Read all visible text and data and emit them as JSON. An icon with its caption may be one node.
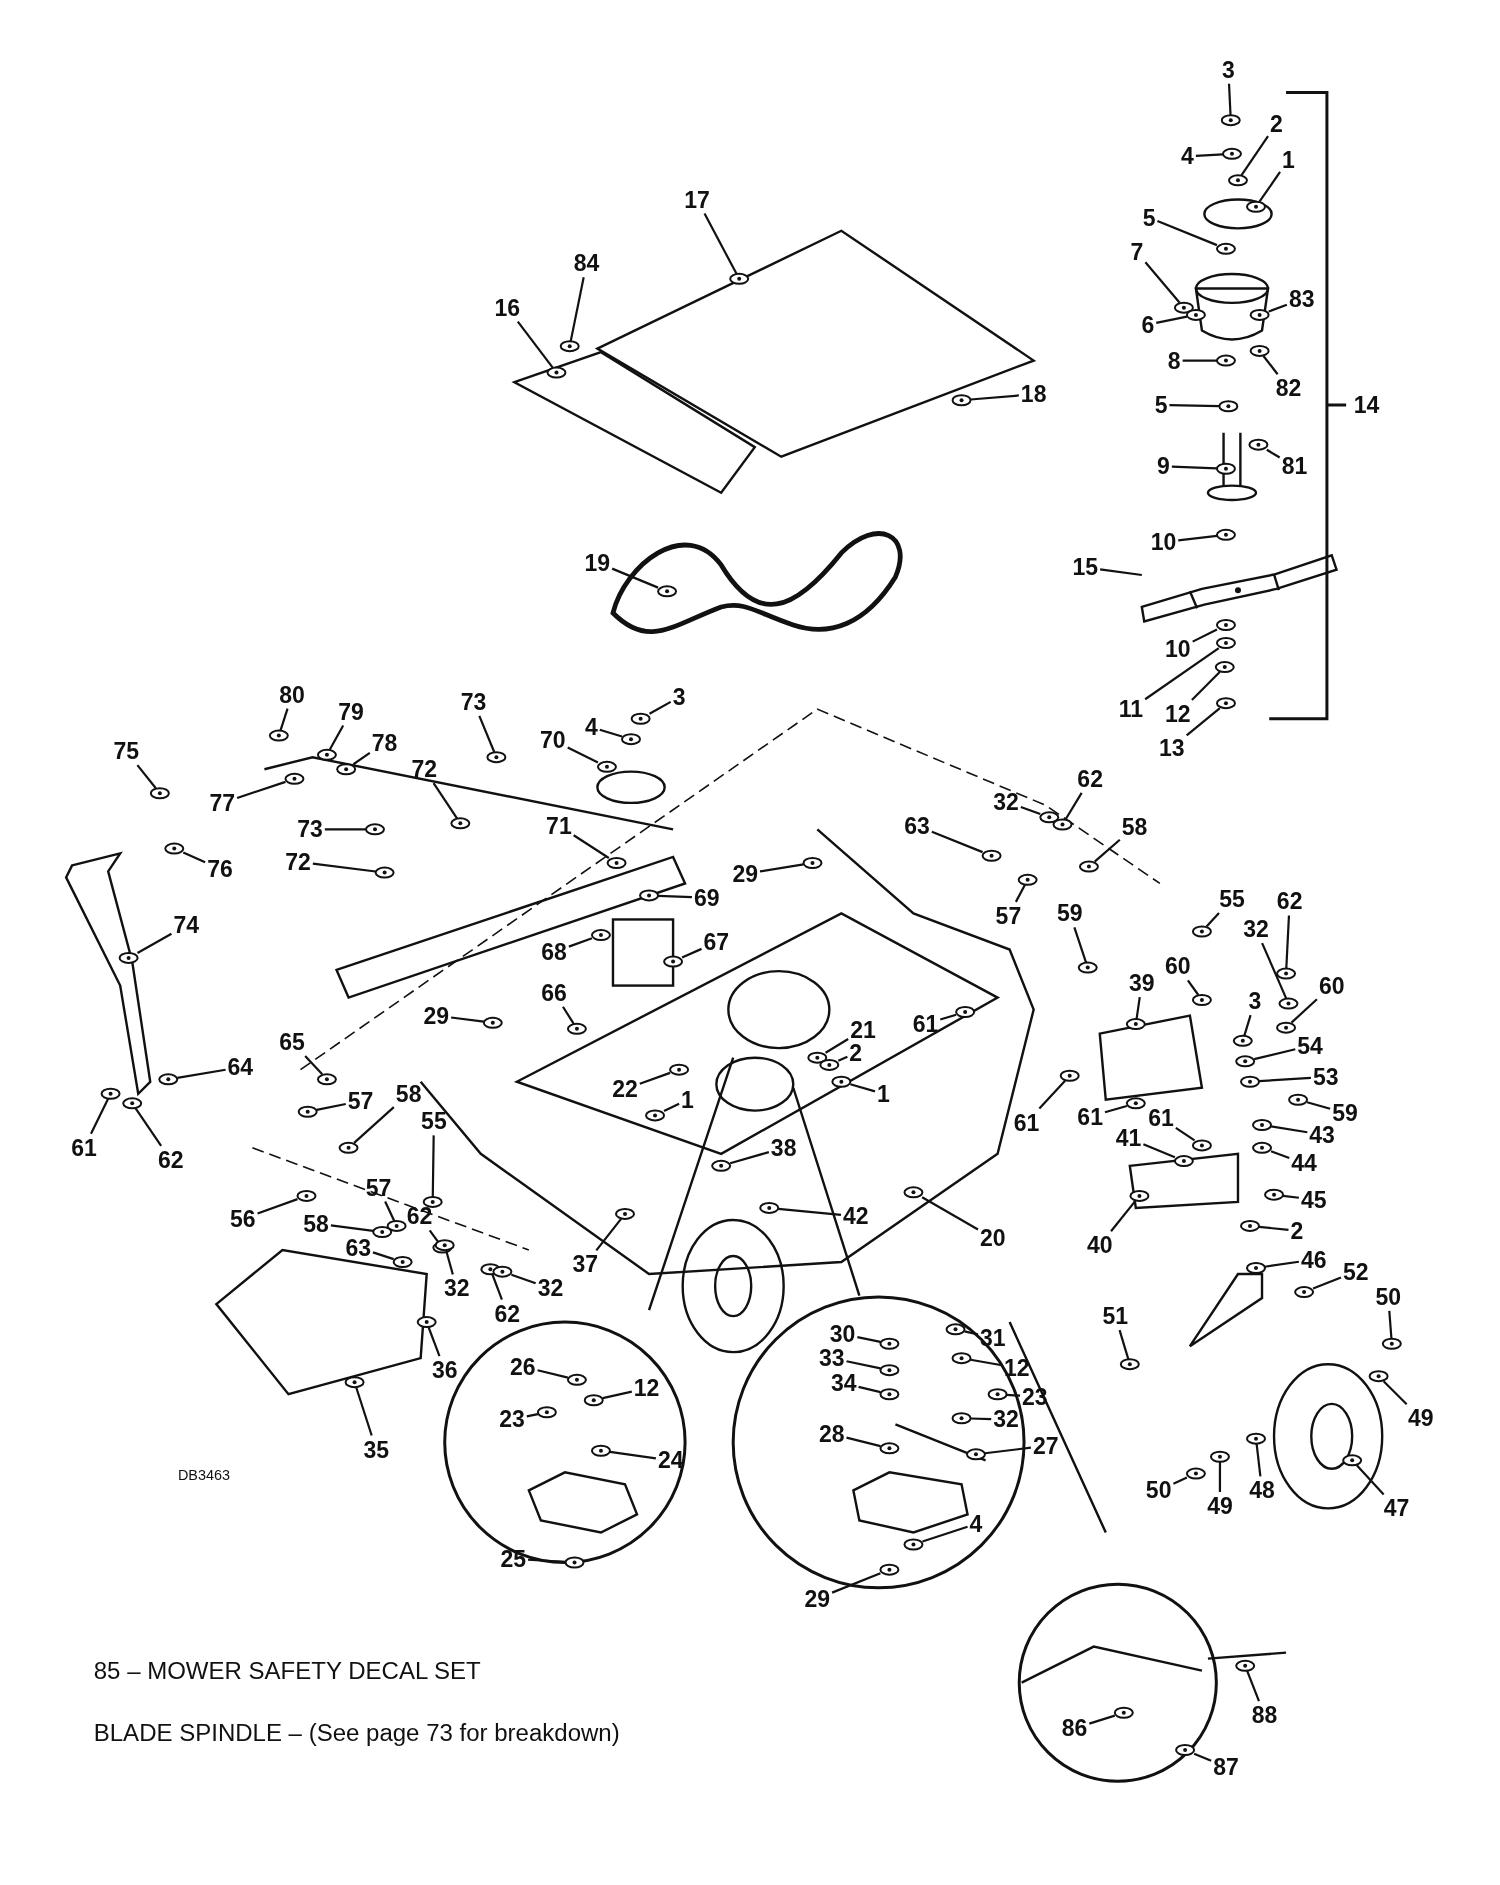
{
  "diagram": {
    "nodes": [
      {
        "text": [
          "3"
        ]
      },
      {
        "text": [
          "2"
        ]
      },
      {
        "text": [
          "4"
        ]
      },
      {
        "text": [
          "1"
        ]
      },
      {
        "text": [
          "5"
        ]
      },
      {
        "text": [
          "7"
        ]
      },
      {
        "text": [
          "83"
        ]
      },
      {
        "text": [
          "6"
        ]
      },
      {
        "text": [
          "8"
        ]
      },
      {
        "text": [
          "82"
        ]
      },
      {
        "text": [
          "5"
        ]
      },
      {
        "text": [
          "9"
        ]
      },
      {
        "text": [
          "81"
        ]
      },
      {
        "text": [
          "10"
        ]
      },
      {
        "text": [
          "15"
        ]
      },
      {
        "text": [
          "10"
        ]
      },
      {
        "text": [
          "11"
        ]
      },
      {
        "text": [
          "12"
        ]
      },
      {
        "text": [
          "13"
        ]
      },
      {
        "text": [
          "17"
        ]
      },
      {
        "text": [
          "84"
        ]
      },
      {
        "text": [
          "16"
        ]
      },
      {
        "text": [
          "18"
        ]
      },
      {
        "text": [
          "19"
        ]
      },
      {
        "text": [
          "3"
        ]
      },
      {
        "text": [
          "80"
        ]
      },
      {
        "text": [
          "79"
        ]
      },
      {
        "text": [
          "73"
        ]
      },
      {
        "text": [
          "4"
        ]
      },
      {
        "text": [
          "78"
        ]
      },
      {
        "text": [
          "70"
        ]
      },
      {
        "text": [
          "75"
        ]
      },
      {
        "text": [
          "72"
        ]
      },
      {
        "text": [
          "77"
        ]
      },
      {
        "text": [
          "71"
        ]
      },
      {
        "text": [
          "73"
        ]
      },
      {
        "text": [
          "72"
        ]
      },
      {
        "text": [
          "76"
        ]
      },
      {
        "text": [
          "29"
        ]
      },
      {
        "text": [
          "69"
        ]
      },
      {
        "text": [
          "74"
        ]
      },
      {
        "text": [
          "68"
        ]
      },
      {
        "text": [
          "67"
        ]
      },
      {
        "text": [
          "66"
        ]
      },
      {
        "text": [
          "29"
        ]
      },
      {
        "text": [
          "63"
        ]
      },
      {
        "text": [
          "32"
        ]
      },
      {
        "text": [
          "62"
        ]
      },
      {
        "text": [
          "58"
        ]
      },
      {
        "text": [
          "57"
        ]
      },
      {
        "text": [
          "59"
        ]
      },
      {
        "text": [
          "55"
        ]
      },
      {
        "text": [
          "62"
        ]
      },
      {
        "text": [
          "32"
        ]
      },
      {
        "text": [
          "39"
        ]
      },
      {
        "text": [
          "60"
        ]
      },
      {
        "text": [
          "60"
        ]
      },
      {
        "text": [
          "61"
        ]
      },
      {
        "text": [
          "3"
        ]
      },
      {
        "text": [
          "54"
        ]
      },
      {
        "text": [
          "53"
        ]
      },
      {
        "text": [
          "59"
        ]
      },
      {
        "text": [
          "21"
        ]
      },
      {
        "text": [
          "2"
        ]
      },
      {
        "text": [
          "65"
        ]
      },
      {
        "text": [
          "64"
        ]
      },
      {
        "text": [
          "22"
        ]
      },
      {
        "text": [
          "1"
        ]
      },
      {
        "text": [
          "1"
        ]
      },
      {
        "text": [
          "57"
        ]
      },
      {
        "text": [
          "58"
        ]
      },
      {
        "text": [
          "55"
        ]
      },
      {
        "text": [
          "61"
        ]
      },
      {
        "text": [
          "62"
        ]
      },
      {
        "text": [
          "61"
        ]
      },
      {
        "text": [
          "61"
        ]
      },
      {
        "text": [
          "61"
        ]
      },
      {
        "text": [
          "41"
        ]
      },
      {
        "text": [
          "43"
        ]
      },
      {
        "text": [
          "44"
        ]
      },
      {
        "text": [
          "38"
        ]
      },
      {
        "text": [
          "42"
        ]
      },
      {
        "text": [
          "45"
        ]
      },
      {
        "text": [
          "56"
        ]
      },
      {
        "text": [
          "57"
        ]
      },
      {
        "text": [
          "58"
        ]
      },
      {
        "text": [
          "62"
        ]
      },
      {
        "text": [
          "63"
        ]
      },
      {
        "text": [
          "32"
        ]
      },
      {
        "text": [
          "62"
        ]
      },
      {
        "text": [
          "32"
        ]
      },
      {
        "text": [
          "37"
        ]
      },
      {
        "text": [
          "20"
        ]
      },
      {
        "text": [
          "40"
        ]
      },
      {
        "text": [
          "2"
        ]
      },
      {
        "text": [
          "46"
        ]
      },
      {
        "text": [
          "52"
        ]
      },
      {
        "text": [
          "50"
        ]
      },
      {
        "text": [
          "51"
        ]
      },
      {
        "text": [
          "36"
        ]
      },
      {
        "text": [
          "35"
        ]
      },
      {
        "text": [
          "26"
        ]
      },
      {
        "text": [
          "12"
        ]
      },
      {
        "text": [
          "23"
        ]
      },
      {
        "text": [
          "24"
        ]
      },
      {
        "text": [
          "25"
        ]
      },
      {
        "text": [
          "30"
        ]
      },
      {
        "text": [
          "31"
        ]
      },
      {
        "text": [
          "33"
        ]
      },
      {
        "text": [
          "12"
        ]
      },
      {
        "text": [
          "34"
        ]
      },
      {
        "text": [
          "23"
        ]
      },
      {
        "text": [
          "32"
        ]
      },
      {
        "text": [
          "28"
        ]
      },
      {
        "text": [
          "27"
        ]
      },
      {
        "text": [
          "4"
        ]
      },
      {
        "text": [
          "29"
        ]
      },
      {
        "text": [
          "49"
        ]
      },
      {
        "text": [
          "47"
        ]
      },
      {
        "text": [
          "48"
        ]
      },
      {
        "text": [
          "49"
        ]
      },
      {
        "text": [
          "50"
        ]
      },
      {
        "text": [
          "86"
        ]
      },
      {
        "text": [
          "88"
        ]
      },
      {
        "text": [
          "87"
        ]
      },
      {
        "text": [],
        "shape": "picture"
      },
      {
        "text": [],
        "shape": "picture"
      },
      {
        "text": [],
        "shape": "picture"
      },
      {
        "text": [],
        "shape": "picture"
      },
      {
        "text": [],
        "shape": "picture"
      },
      {
        "text": [],
        "shape": "picture"
      },
      {
        "text": [],
        "shape": "picture"
      },
      {
        "text": [],
        "shape": "picture"
      },
      {
        "text": [],
        "shape": "picture"
      },
      {
        "text": [],
        "shape": "picture"
      },
      {
        "text": [],
        "shape": "picture"
      },
      {
        "text": [],
        "shape": "picture"
      },
      {
        "text": [],
        "shape": "picture"
      },
      {
        "text": [],
        "shape": "picture"
      },
      {
        "text": [],
        "shape": "picture"
      },
      {
        "text": [],
        "shape": "picture"
      },
      {
        "text": [],
        "shape": "picture"
      },
      {
        "text": [],
        "shape": "picture"
      },
      {
        "text": [],
        "shape": "picture"
      },
      {
        "text": [],
        "shape": "picture"
      },
      {
        "text": [],
        "shape": "picture"
      },
      {
        "text": [],
        "shape": "picture"
      },
      {
        "text": [],
        "shape": "picture"
      },
      {
        "text": [],
        "shape": "picture"
      },
      {
        "text": [],
        "shape": "picture"
      },
      {
        "text": [],
        "shape": "picture"
      },
      {
        "text": [],
        "shape": "picture"
      },
      {
        "text": [],
        "shape": "picture"
      },
      {
        "text": [],
        "shape": "picture"
      },
      {
        "text": [],
        "shape": "picture"
      },
      {
        "text": [],
        "shape": "picture"
      },
      {
        "text": [],
        "shape": "picture"
      },
      {
        "text": [],
        "shape": "picture"
      },
      {
        "text": [],
        "shape": "picture"
      },
      {
        "text": [],
        "shape": "picture"
      },
      {
        "text": [],
        "shape": "picture"
      },
      {
        "text": [],
        "shape": "picture"
      },
      {
        "text": [],
        "shape": "picture"
      },
      {
        "text": [],
        "shape": "picture"
      },
      {
        "text": [],
        "shape": "picture"
      },
      {
        "text": [],
        "shape": "picture"
      },
      {
        "text": [],
        "shape": "picture"
      },
      {
        "text": [],
        "shape": "picture"
      },
      {
        "text": [],
        "shape": "picture"
      },
      {
        "text": [],
        "shape": "picture"
      },
      {
        "text": [],
        "shape": "picture"
      },
      {
        "text": [],
        "shape": "picture"
      },
      {
        "text": [],
        "shape": "picture"
      },
      {
        "text": [],
        "shape": "picture"
      },
      {
        "text": [],
        "shape": "picture"
      },
      {
        "text": [],
        "shape": "picture"
      },
      {
        "text": [],
        "shape": "picture"
      },
      {
        "text": [],
        "shape": "picture"
      },
      {
        "text": [],
        "shape": "picture"
      },
      {
        "text": [],
        "shape": "picture"
      },
      {
        "text": [],
        "shape": "picture"
      },
      {
        "text": [],
        "shape": "picture"
      },
      {
        "text": [],
        "shape": "picture"
      },
      {
        "text": [],
        "shape": "picture"
      },
      {
        "text": [],
        "shape": "picture"
      },
      {
        "text": [],
        "shape": "picture"
      },
      {
        "text": [],
        "shape": "picture"
      },
      {
        "text": [],
        "shape": "picture"
      },
      {
        "text": [],
        "shape": "picture"
      },
      {
        "text": [],
        "shape": "picture"
      },
      {
        "text": [],
        "shape": "picture"
      },
      {
        "text": [],
        "shape": "picture"
      },
      {
        "text": [],
        "shape": "picture"
      },
      {
        "text": [],
        "shape": "picture"
      },
      {
        "text": [],
        "shape": "picture"
      },
      {
        "text": [],
        "shape": "picture"
      },
      {
        "text": [],
        "shape": "picture"
      },
      {
        "text": [],
        "shape": "picture"
      },
      {
        "text": [],
        "shape": "picture"
      },
      {
        "text": [],
        "shape": "picture"
      },
      {
        "text": [],
        "shape": "picture"
      },
      {
        "text": [],
        "shape": "picture"
      },
      {
        "text": [],
        "shape": "picture"
      },
      {
        "text": [],
        "shape": "picture"
      },
      {
        "text": [],
        "shape": "picture"
      },
      {
        "text": [],
        "shape": "picture"
      },
      {
        "text": [],
        "shape": "picture"
      },
      {
        "text": [],
        "shape": "picture"
      },
      {
        "text": [],
        "shape": "picture"
      },
      {
        "text": [],
        "shape": "picture"
      },
      {
        "text": [],
        "shape": "picture"
      },
      {
        "text": [],
        "shape": "picture"
      },
      {
        "text": [],
        "shape": "picture"
      },
      {
        "text": [],
        "shape": "picture"
      },
      {
        "text": [],
        "shape": "picture"
      },
      {
        "text": [],
        "shape": "picture"
      },
      {
        "text": [],
        "shape": "picture"
      },
      {
        "text": [],
        "shape": "picture"
      },
      {
        "text": [],
        "shape": "picture"
      },
      {
        "text": [],
        "shape": "picture"
      },
      {
        "text": [],
        "shape": "picture"
      },
      {
        "text": [],
        "shape": "picture"
      },
      {
        "text": [],
        "shape": "picture"
      },
      {
        "text": [],
        "shape": "picture"
      },
      {
        "text": [],
        "shape": "picture"
      },
      {
        "text": [],
        "shape": "picture"
      },
      {
        "text": [],
        "shape": "picture"
      },
      {
        "text": [],
        "shape": "picture"
      },
      {
        "text": [],
        "shape": "picture"
      },
      {
        "text": [],
        "shape": "picture"
      },
      {
        "text": [],
        "shape": "picture"
      },
      {
        "text": [],
        "shape": "picture"
      },
      {
        "text": [],
        "shape": "picture"
      },
      {
        "text": [],
        "shape": "picture"
      },
      {
        "text": [],
        "shape": "picture"
      },
      {
        "text": [],
        "shape": "picture"
      },
      {
        "text": [],
        "shape": "picture"
      },
      {
        "text": [],
        "shape": "picture"
      },
      {
        "text": [],
        "shape": "picture"
      },
      {
        "text": [],
        "shape": "picture"
      },
      {
        "text": [],
        "shape": "picture"
      },
      {
        "text": [],
        "shape": "picture"
      },
      {
        "text": [],
        "shape": "picture"
      },
      {
        "text": [],
        "shape": "picture"
      },
      {
        "text": [],
        "shape": "picture"
      },
      {
        "text": [],
        "shape": "picture"
      },
      {
        "text": [],
        "shape": "picture"
      },
      {
        "text": [],
        "shape": "picture"
      },
      {
        "text": [],
        "shape": "picture"
      },
      {
        "text": [],
        "shape": "picture"
      }
    ],
    "edges": [
      {
        "from": 0,
        "to": 125,
        "arrow": "none"
      },
      {
        "from": 1,
        "to": 126,
        "arrow": "none"
      },
      {
        "from": 2,
        "to": 127,
        "arrow": "none"
      },
      {
        "from": 3,
        "to": 128,
        "arrow": "none"
      },
      {
        "from": 4,
        "to": 129,
        "arrow": "none"
      },
      {
        "from": 5,
        "to": 130,
        "arrow": "none"
      },
      {
        "from": 6,
        "to": 131,
        "arrow": "none"
      },
      {
        "from": 7,
        "to": 132,
        "arrow": "none"
      },
      {
        "from": 8,
        "to": 133,
        "arrow": "none"
      },
      {
        "from": 9,
        "to": 134,
        "arrow": "none"
      },
      {
        "from": 10,
        "to": 135,
        "arrow": "none"
      },
      {
        "from": 11,
        "to": 136,
        "arrow": "none"
      },
      {
        "from": 12,
        "to": 137,
        "arrow": "none"
      },
      {
        "from": 13,
        "to": 138,
        "arrow": "none"
      },
      {
        "from": 14,
        "to": 139,
        "arrow": "none"
      },
      {
        "from": 15,
        "to": 140,
        "arrow": "none"
      },
      {
        "from": 16,
        "to": 141,
        "arrow": "none"
      },
      {
        "from": 17,
        "to": 142,
        "arrow": "none"
      },
      {
        "from": 18,
        "to": 143,
        "arrow": "none"
      },
      {
        "from": 19,
        "to": 144,
        "arrow": "none"
      },
      {
        "from": 20,
        "to": 145,
        "arrow": "none"
      },
      {
        "from": 21,
        "to": 146,
        "arrow": "none"
      },
      {
        "from": 22,
        "to": 147,
        "arrow": "none"
      },
      {
        "from": 23,
        "to": 148,
        "arrow": "none"
      },
      {
        "from": 24,
        "to": 149,
        "arrow": "none"
      },
      {
        "from": 25,
        "to": 150,
        "arrow": "none"
      },
      {
        "from": 26,
        "to": 151,
        "arrow": "none"
      },
      {
        "from": 27,
        "to": 152,
        "arrow": "none"
      },
      {
        "from": 28,
        "to": 153,
        "arrow": "none"
      },
      {
        "from": 29,
        "to": 154,
        "arrow": "none"
      },
      {
        "from": 30,
        "to": 155,
        "arrow": "none"
      },
      {
        "from": 31,
        "to": 156,
        "arrow": "none"
      },
      {
        "from": 32,
        "to": 157,
        "arrow": "none"
      },
      {
        "from": 33,
        "to": 158,
        "arrow": "none"
      },
      {
        "from": 34,
        "to": 159,
        "arrow": "none"
      },
      {
        "from": 35,
        "to": 160,
        "arrow": "none"
      },
      {
        "from": 36,
        "to": 161,
        "arrow": "none"
      },
      {
        "from": 37,
        "to": 162,
        "arrow": "none"
      },
      {
        "from": 38,
        "to": 163,
        "arrow": "none"
      },
      {
        "from": 39,
        "to": 164,
        "arrow": "none"
      },
      {
        "from": 40,
        "to": 165,
        "arrow": "none"
      },
      {
        "from": 41,
        "to": 166,
        "arrow": "none"
      },
      {
        "from": 42,
        "to": 167,
        "arrow": "none"
      },
      {
        "from": 43,
        "to": 168,
        "arrow": "none"
      },
      {
        "from": 44,
        "to": 169,
        "arrow": "none"
      },
      {
        "from": 45,
        "to": 170,
        "arrow": "none"
      },
      {
        "from": 46,
        "to": 171,
        "arrow": "none"
      },
      {
        "from": 47,
        "to": 172,
        "arrow": "none"
      },
      {
        "from": 48,
        "to": 173,
        "arrow": "none"
      },
      {
        "from": 49,
        "to": 174,
        "arrow": "none"
      },
      {
        "from": 50,
        "to": 175,
        "arrow": "none"
      },
      {
        "from": 51,
        "to": 176,
        "arrow": "none"
      },
      {
        "from": 52,
        "to": 177,
        "arrow": "none"
      },
      {
        "from": 53,
        "to": 178,
        "arrow": "none"
      },
      {
        "from": 54,
        "to": 179,
        "arrow": "none"
      },
      {
        "from": 55,
        "to": 180,
        "arrow": "none"
      },
      {
        "from": 56,
        "to": 181,
        "arrow": "none"
      },
      {
        "from": 57,
        "to": 182,
        "arrow": "none"
      },
      {
        "from": 58,
        "to": 183,
        "arrow": "none"
      },
      {
        "from": 59,
        "to": 184,
        "arrow": "none"
      },
      {
        "from": 60,
        "to": 185,
        "arrow": "none"
      },
      {
        "from": 61,
        "to": 186,
        "arrow": "none"
      },
      {
        "from": 62,
        "to": 187,
        "arrow": "none"
      },
      {
        "from": 63,
        "to": 188,
        "arrow": "none"
      },
      {
        "from": 64,
        "to": 189,
        "arrow": "none"
      },
      {
        "from": 65,
        "to": 190,
        "arrow": "none"
      },
      {
        "from": 66,
        "to": 191,
        "arrow": "none"
      },
      {
        "from": 67,
        "to": 192,
        "arrow": "none"
      },
      {
        "from": 68,
        "to": 193,
        "arrow": "none"
      },
      {
        "from": 69,
        "to": 194,
        "arrow": "none"
      },
      {
        "from": 70,
        "to": 195,
        "arrow": "none"
      },
      {
        "from": 71,
        "to": 196,
        "arrow": "none"
      },
      {
        "from": 72,
        "to": 197,
        "arrow": "none"
      },
      {
        "from": 73,
        "to": 198,
        "arrow": "none"
      },
      {
        "from": 74,
        "to": 199,
        "arrow": "none"
      },
      {
        "from": 75,
        "to": 200,
        "arrow": "none"
      },
      {
        "from": 76,
        "to": 201,
        "arrow": "none"
      },
      {
        "from": 77,
        "to": 202,
        "arrow": "none"
      },
      {
        "from": 78,
        "to": 203,
        "arrow": "none"
      },
      {
        "from": 79,
        "to": 204,
        "arrow": "none"
      },
      {
        "from": 80,
        "to": 205,
        "arrow": "none"
      },
      {
        "from": 81,
        "to": 206,
        "arrow": "none"
      },
      {
        "from": 82,
        "to": 207,
        "arrow": "none"
      },
      {
        "from": 83,
        "to": 208,
        "arrow": "none"
      },
      {
        "from": 84,
        "to": 209,
        "arrow": "none"
      },
      {
        "from": 85,
        "to": 210,
        "arrow": "none"
      },
      {
        "from": 86,
        "to": 211,
        "arrow": "none"
      },
      {
        "from": 87,
        "to": 212,
        "arrow": "none"
      },
      {
        "from": 88,
        "to": 213,
        "arrow": "none"
      },
      {
        "from": 89,
        "to": 214,
        "arrow": "none"
      },
      {
        "from": 90,
        "to": 215,
        "arrow": "none"
      },
      {
        "from": 91,
        "to": 216,
        "arrow": "none"
      },
      {
        "from": 92,
        "to": 217,
        "arrow": "none"
      },
      {
        "from": 93,
        "to": 218,
        "arrow": "none"
      },
      {
        "from": 94,
        "to": 219,
        "arrow": "none"
      },
      {
        "from": 95,
        "to": 220,
        "arrow": "none"
      },
      {
        "from": 96,
        "to": 221,
        "arrow": "none"
      },
      {
        "from": 97,
        "to": 222,
        "arrow": "none"
      },
      {
        "from": 98,
        "to": 223,
        "arrow": "none"
      },
      {
        "from": 99,
        "to": 224,
        "arrow": "none"
      },
      {
        "from": 100,
        "to": 225,
        "arrow": "none"
      },
      {
        "from": 101,
        "to": 226,
        "arrow": "none"
      },
      {
        "from": 102,
        "to": 227,
        "arrow": "none"
      },
      {
        "from": 103,
        "to": 228,
        "arrow": "none"
      },
      {
        "from": 104,
        "to": 229,
        "arrow": "none"
      },
      {
        "from": 105,
        "to": 230,
        "arrow": "none"
      },
      {
        "from": 106,
        "to": 231,
        "arrow": "none"
      },
      {
        "from": 107,
        "to": 232,
        "arrow": "none"
      },
      {
        "from": 108,
        "to": 233,
        "arrow": "none"
      },
      {
        "from": 109,
        "to": 234,
        "arrow": "none"
      },
      {
        "from": 110,
        "to": 235,
        "arrow": "none"
      },
      {
        "from": 111,
        "to": 236,
        "arrow": "none"
      },
      {
        "from": 112,
        "to": 237,
        "arrow": "none"
      },
      {
        "from": 113,
        "to": 238,
        "arrow": "none"
      },
      {
        "from": 114,
        "to": 239,
        "arrow": "none"
      },
      {
        "from": 115,
        "to": 240,
        "arrow": "none"
      },
      {
        "from": 116,
        "to": 241,
        "arrow": "none"
      },
      {
        "from": 117,
        "to": 242,
        "arrow": "none"
      },
      {
        "from": 118,
        "to": 243,
        "arrow": "none"
      },
      {
        "from": 119,
        "to": 244,
        "arrow": "none"
      },
      {
        "from": 120,
        "to": 245,
        "arrow": "none"
      },
      {
        "from": 121,
        "to": 246,
        "arrow": "none"
      },
      {
        "from": 122,
        "to": 247,
        "arrow": "none"
      },
      {
        "from": 123,
        "to": 248,
        "arrow": "none"
      },
      {
        "from": 124,
        "to": 249,
        "arrow": "none"
      }
    ],
    "labels": [
      "14",
      "DB3463",
      "85 – MOWER SAFETY DECAL SET",
      "BLADE SPINDLE – (See page 73 for breakdown)"
    ]
  }
}
